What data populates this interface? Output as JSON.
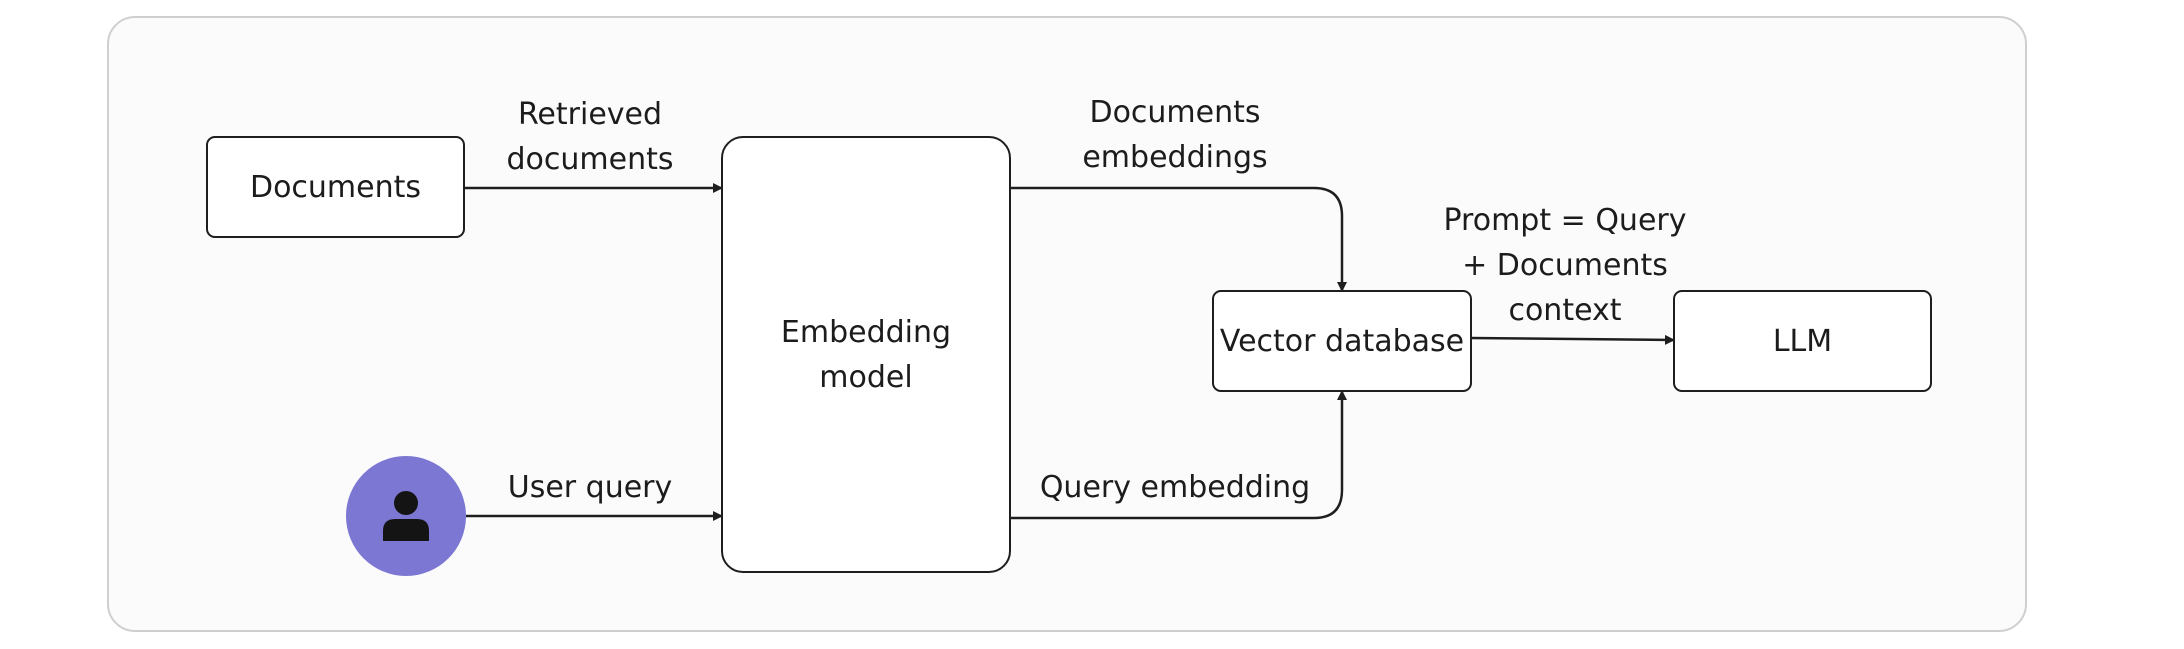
{
  "nodes": {
    "documents": "Documents",
    "embedding_model": "Embedding\nmodel",
    "vector_database": "Vector database",
    "llm": "LLM"
  },
  "edges": {
    "retrieved_documents": "Retrieved\ndocuments",
    "user_query": "User query",
    "documents_embeddings": "Documents\nembeddings",
    "query_embedding": "Query embedding",
    "prompt": "Prompt = Query\n+ Documents\ncontext"
  },
  "icons": {
    "user": "user-icon"
  },
  "colors": {
    "user_avatar": "#7b77d3",
    "stroke": "#1e1e1e",
    "frame_border": "#cfcfcf"
  }
}
